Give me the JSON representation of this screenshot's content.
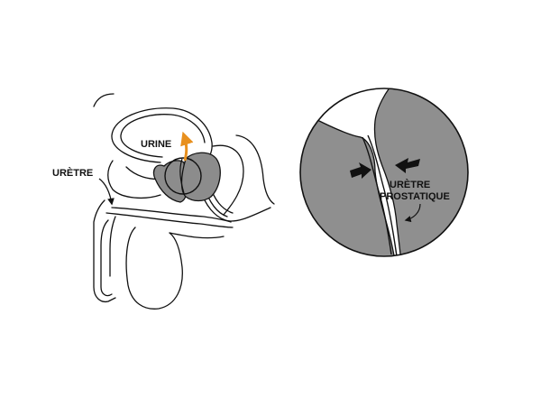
{
  "labels": {
    "urine": "URINE",
    "uretre": "URÈTRE",
    "uretre_prostatique_line1": "URÈTRE",
    "uretre_prostatique_line2": "PROSTATIQUE"
  },
  "colors": {
    "line": "#111111",
    "prostate_fill": "#8c8c8c",
    "zoom_fill": "#8f8f8f",
    "urine_arrow": "#e8901e",
    "background": "#ffffff"
  },
  "icons": {
    "urine_flow": "urine-flow-arrow-icon",
    "compression_left": "compression-arrow-right-icon",
    "compression_right": "compression-arrow-left-icon",
    "pointer": "curved-pointer-arrow-icon"
  }
}
